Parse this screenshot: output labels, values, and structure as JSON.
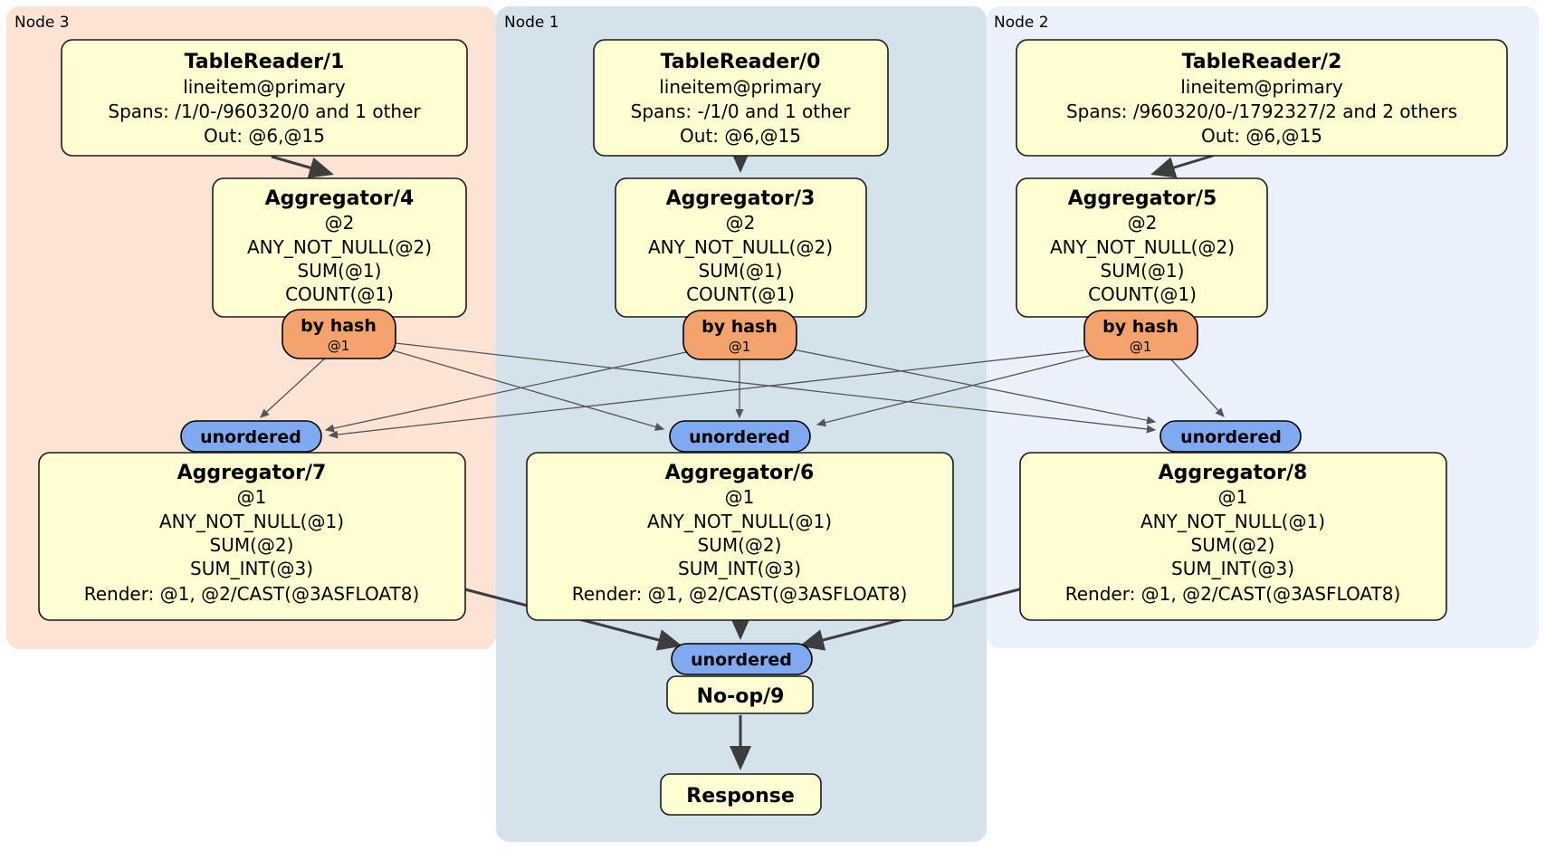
{
  "groups": [
    {
      "label": "Node 3"
    },
    {
      "label": "Node 1"
    },
    {
      "label": "Node 2"
    }
  ],
  "processors": {
    "tablereader1": {
      "title": "TableReader/1",
      "lines": [
        "lineitem@primary",
        "Spans: /1/0-/960320/0 and 1 other",
        "Out: @6,@15"
      ]
    },
    "tablereader0": {
      "title": "TableReader/0",
      "lines": [
        "lineitem@primary",
        "Spans: -/1/0 and 1 other",
        "Out: @6,@15"
      ]
    },
    "tablereader2": {
      "title": "TableReader/2",
      "lines": [
        "lineitem@primary",
        "Spans: /960320/0-/1792327/2 and 2 others",
        "Out: @6,@15"
      ]
    },
    "aggregator4": {
      "title": "Aggregator/4",
      "lines": [
        "@2",
        "ANY_NOT_NULL(@2)",
        "SUM(@1)",
        "COUNT(@1)"
      ]
    },
    "aggregator3": {
      "title": "Aggregator/3",
      "lines": [
        "@2",
        "ANY_NOT_NULL(@2)",
        "SUM(@1)",
        "COUNT(@1)"
      ]
    },
    "aggregator5": {
      "title": "Aggregator/5",
      "lines": [
        "@2",
        "ANY_NOT_NULL(@2)",
        "SUM(@1)",
        "COUNT(@1)"
      ]
    },
    "aggregator7": {
      "title": "Aggregator/7",
      "lines": [
        "@1",
        "ANY_NOT_NULL(@1)",
        "SUM(@2)",
        "SUM_INT(@3)",
        "Render: @1, @2/CAST(@3ASFLOAT8)"
      ]
    },
    "aggregator6": {
      "title": "Aggregator/6",
      "lines": [
        "@1",
        "ANY_NOT_NULL(@1)",
        "SUM(@2)",
        "SUM_INT(@3)",
        "Render: @1, @2/CAST(@3ASFLOAT8)"
      ]
    },
    "aggregator8": {
      "title": "Aggregator/8",
      "lines": [
        "@1",
        "ANY_NOT_NULL(@1)",
        "SUM(@2)",
        "SUM_INT(@3)",
        "Render: @1, @2/CAST(@3ASFLOAT8)"
      ]
    },
    "noop9": {
      "title": "No-op/9"
    },
    "response": {
      "title": "Response"
    }
  },
  "routers": [
    {
      "label": "by hash",
      "detail": "@1"
    },
    {
      "label": "by hash",
      "detail": "@1"
    },
    {
      "label": "by hash",
      "detail": "@1"
    }
  ],
  "syncs": [
    {
      "label": "unordered"
    },
    {
      "label": "unordered"
    },
    {
      "label": "unordered"
    },
    {
      "label": "unordered"
    }
  ],
  "colors": {
    "node3_bg": "#fce3d4",
    "node1_bg": "#d4e2ec",
    "node2_bg": "#eaf1fa",
    "box_fill": "#ffffd2",
    "box_stroke": "#1a1a1a",
    "router_fill": "#f4a36c",
    "sync_fill": "#7fa9f0",
    "edge_thin": "#555555",
    "edge_thick": "#3d3d3d"
  }
}
